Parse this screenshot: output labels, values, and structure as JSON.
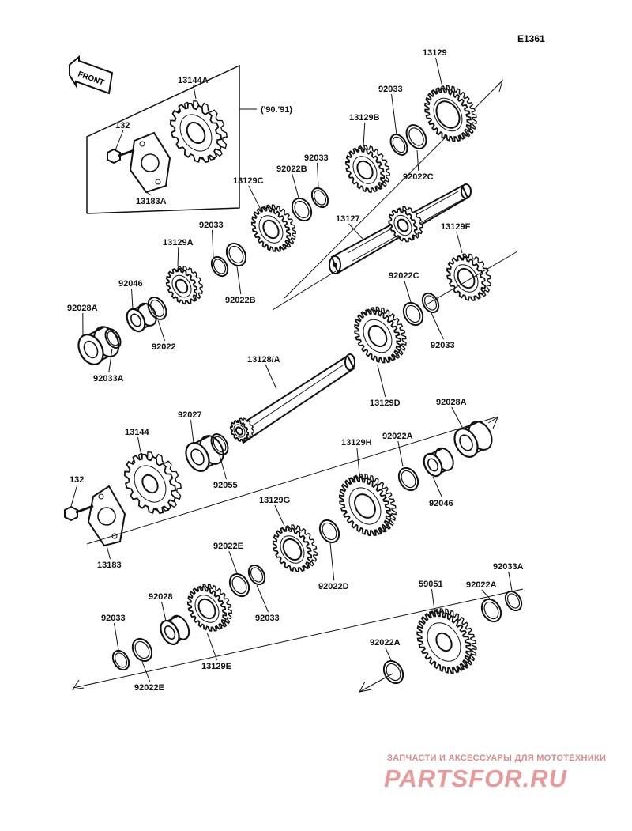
{
  "diagram_code": "E1361",
  "front_arrow_label": "FRONT",
  "year_note": "('90.'91)",
  "labels": {
    "l13144A": "13144A",
    "l132a": "132",
    "l13183A": "13183A",
    "l13129": "13129",
    "l92033a": "92033",
    "l13129B": "13129B",
    "l92022C_top": "92022C",
    "l92033b": "92033",
    "l92022B_a": "92022B",
    "l13129C": "13129C",
    "l13127": "13127",
    "l92033c": "92033",
    "l13129A": "13129A",
    "l92022B_b": "92022B",
    "l13129F": "13129F",
    "l92046a": "92046",
    "l92028A_left": "92028A",
    "l92022a": "92022",
    "l92033A_left": "92033A",
    "l92022C_mid": "92022C",
    "l92033d": "92033",
    "l13128A": "13128/A",
    "l13129D": "13129D",
    "l92028A_right": "92028A",
    "l92027": "92027",
    "l13144": "13144",
    "l92055": "92055",
    "l13129H": "13129H",
    "l92022A_a": "92022A",
    "l92046b": "92046",
    "l132b": "132",
    "l13183": "13183",
    "l13129G": "13129G",
    "l92022E_a": "92022E",
    "l92022D": "92022D",
    "l92028": "92028",
    "l92033e": "92033",
    "l92033f": "92033",
    "l13129E": "13129E",
    "l59051": "59051",
    "l92022A_b": "92022A",
    "l92033A_right": "92033A",
    "l92022A_c": "92022A",
    "l92022E_b": "92022E"
  },
  "watermark": {
    "subtitle": "ЗАПЧАСТИ И АКСЕССУАРЫ ДЛЯ МОТОТЕХНИКИ",
    "logo": "PARTSFOR.RU",
    "color": "#e79a9a"
  }
}
